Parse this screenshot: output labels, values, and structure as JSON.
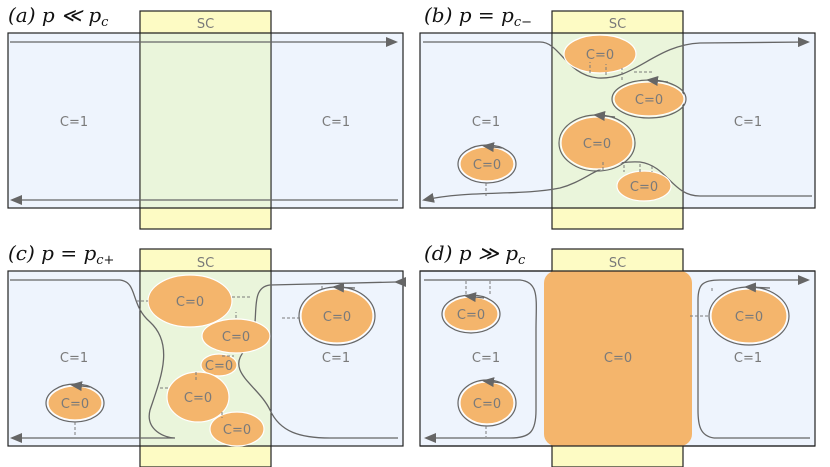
{
  "panels": [
    {
      "id": "a",
      "title": "(a)  p ≪ p_c",
      "title_main": "(a)  p ≪ p",
      "title_sub": "c",
      "sc_label": "SC",
      "left_label": "C=1",
      "right_label": "C=1",
      "islands": []
    },
    {
      "id": "b",
      "title_main": "(b)  p = p",
      "title_sub": "c−",
      "sc_label": "SC",
      "left_label": "C=1",
      "right_label": "C=1",
      "islands": [
        "C=0",
        "C=0",
        "C=0",
        "C=0",
        "C=0"
      ]
    },
    {
      "id": "c",
      "title_main": "(c)  p = p",
      "title_sub": "c+",
      "sc_label": "SC",
      "left_label": "C=1",
      "right_label": "C=1",
      "islands": [
        "C=0",
        "C=0",
        "C=0",
        "C=0",
        "C=0",
        "C=0",
        "C=0"
      ]
    },
    {
      "id": "d",
      "title_main": "(d)  p ≫ p",
      "title_sub": "c",
      "sc_label": "SC",
      "left_label": "C=1",
      "right_label": "C=1",
      "center_label": "C=0",
      "islands": [
        "C=0",
        "C=0",
        "C=0"
      ]
    }
  ],
  "colors": {
    "strip": "#eef4fd",
    "superconductor": "#fdfbc4",
    "overlap": "#e6f3df",
    "island": "#f4b56c",
    "edge": "#666666"
  }
}
